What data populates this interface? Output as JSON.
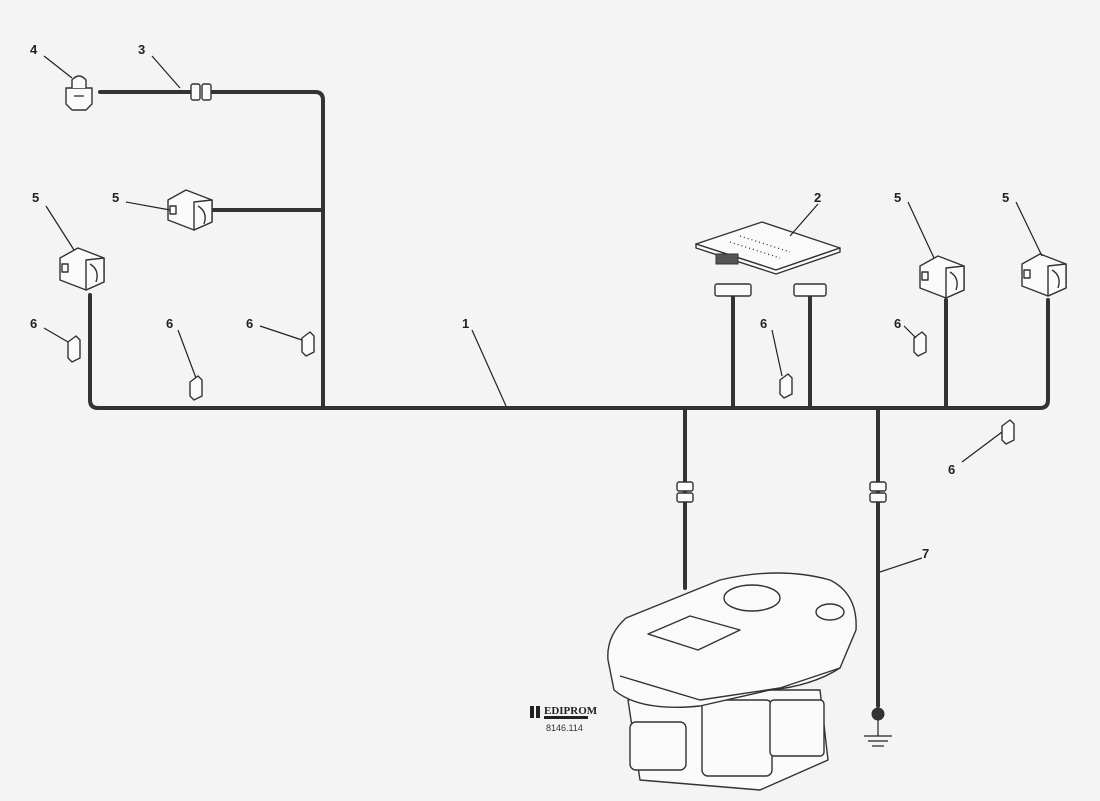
{
  "callouts": {
    "c1": "1",
    "c2": "2",
    "c3": "3",
    "c4": "4",
    "c5a": "5",
    "c5b": "5",
    "c5c": "5",
    "c5d": "5",
    "c6a": "6",
    "c6b": "6",
    "c6c": "6",
    "c6d": "6",
    "c6e": "6",
    "c6f": "6",
    "c7": "7"
  },
  "logo": {
    "name": "EDIPROM",
    "code": "8146.114"
  },
  "colors": {
    "line": "#333333",
    "background": "#f4f4f4"
  }
}
